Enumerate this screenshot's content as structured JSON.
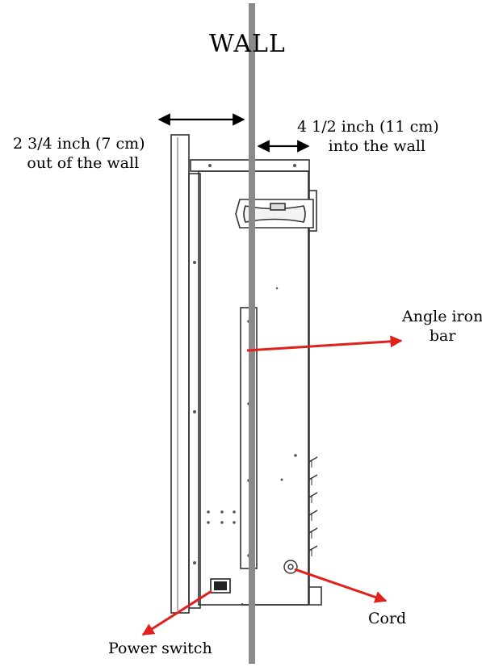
{
  "title": "WALL",
  "labels": {
    "outside_line1": "2 3/4 inch (7 cm)",
    "outside_line2": "out of the wall",
    "inside_line1": "4 1/2 inch (11 cm)",
    "inside_line2": "into the wall",
    "angle_line1": "Angle iron",
    "angle_line2": "bar",
    "cord": "Cord",
    "power_switch": "Power switch"
  },
  "colors": {
    "wall": "#8a8a8a",
    "callout": "#e0201b",
    "outline": "#333333"
  }
}
